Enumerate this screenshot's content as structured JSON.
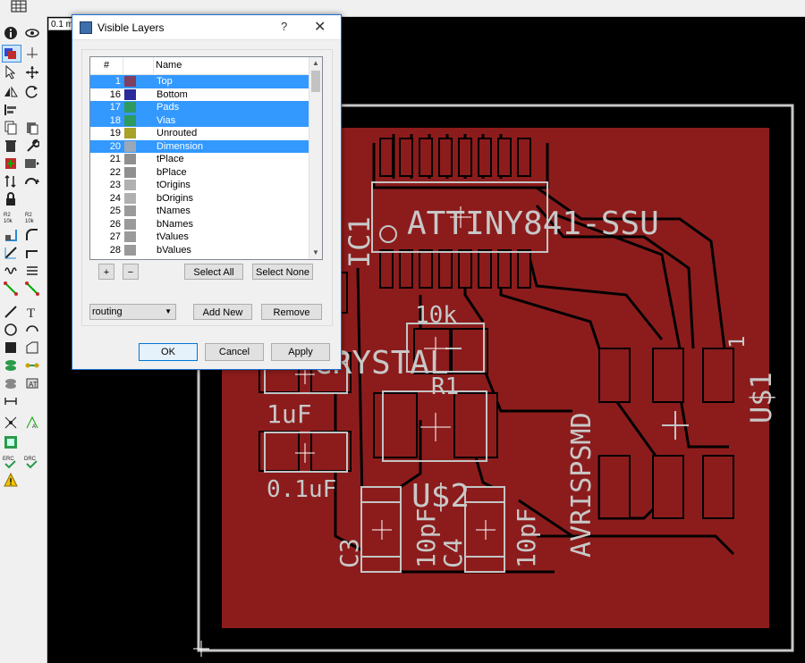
{
  "app": {
    "coord_value": "0.1 m"
  },
  "dialog": {
    "title": "Visible Layers",
    "help_label": "?",
    "close_label": "✕",
    "columns": {
      "num": "#",
      "color": "",
      "name": "Name"
    },
    "layers": [
      {
        "num": "1",
        "name": "Top",
        "color": "#7f3f5f",
        "selected": true
      },
      {
        "num": "16",
        "name": "Bottom",
        "color": "#2a2a9a",
        "selected": false
      },
      {
        "num": "17",
        "name": "Pads",
        "color": "#2e9a5f",
        "selected": true
      },
      {
        "num": "18",
        "name": "Vias",
        "color": "#2e9a5f",
        "selected": true
      },
      {
        "num": "19",
        "name": "Unrouted",
        "color": "#a8a12a",
        "selected": false
      },
      {
        "num": "20",
        "name": "Dimension",
        "color": "#9aa8b8",
        "selected": true
      },
      {
        "num": "21",
        "name": "tPlace",
        "color": "#8f8f8f",
        "selected": false
      },
      {
        "num": "22",
        "name": "bPlace",
        "color": "#8f8f8f",
        "selected": false
      },
      {
        "num": "23",
        "name": "tOrigins",
        "color": "#b0b0b0",
        "selected": false
      },
      {
        "num": "24",
        "name": "bOrigins",
        "color": "#b0b0b0",
        "selected": false
      },
      {
        "num": "25",
        "name": "tNames",
        "color": "#9a9a9a",
        "selected": false
      },
      {
        "num": "26",
        "name": "bNames",
        "color": "#9a9a9a",
        "selected": false
      },
      {
        "num": "27",
        "name": "tValues",
        "color": "#9a9a9a",
        "selected": false
      },
      {
        "num": "28",
        "name": "bValues",
        "color": "#9a9a9a",
        "selected": false
      }
    ],
    "add_label": "+",
    "remove_label": "−",
    "select_all_label": "Select All",
    "select_none_label": "Select None",
    "layer_set_value": "routing",
    "add_new_label": "Add New",
    "remove_set_label": "Remove",
    "ok_label": "OK",
    "cancel_label": "Cancel",
    "apply_label": "Apply"
  },
  "board": {
    "labels": {
      "ic1": "IC1",
      "attiny": "ATTINY841-SSU",
      "res_value": "10k",
      "crystal": "CRYSTAL",
      "r1": "R1",
      "cap1": "1uF",
      "cap2": "0.1uF",
      "usb2": "U$2",
      "c3": "C3",
      "c3v": "10pF",
      "c4": "C4",
      "c4v": "10pF",
      "avrisp": "AVRISPSMD",
      "us1": "U$1",
      "pin1": "1"
    }
  }
}
